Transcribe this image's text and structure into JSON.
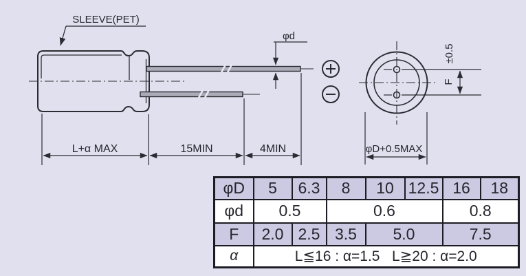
{
  "colors": {
    "background": "#e1e0ee",
    "line": "#2b2b33",
    "table_header_bg": "#cccae2",
    "table_cell_bg": "#ffffff",
    "lead_fill": "#abacb8"
  },
  "diagram": {
    "sleeve_label": "SLEEVE(PET)",
    "lead_diameter_label": "φd",
    "dim_body_length_label": "L+α MAX",
    "dim_lead_length_label": "15MIN",
    "dim_lead_tip_label": "4MIN",
    "polarity_positive": "+",
    "polarity_negative": "−",
    "bottom_view": {
      "case_diameter_label": "φD+0.5MAX",
      "lead_spacing_tolerance_label": "±0.5",
      "lead_spacing_label": "F"
    }
  },
  "table": {
    "rows": [
      {
        "label": "φD",
        "values": [
          "5",
          "6.3",
          "8",
          "10",
          "12.5",
          "16",
          "18"
        ]
      },
      {
        "label": "φd",
        "values": [
          "0.5",
          "0.6",
          "0.8"
        ]
      },
      {
        "label": "F",
        "values": [
          "2.0",
          "2.5",
          "3.5",
          "5.0",
          "7.5"
        ]
      },
      {
        "label": "α",
        "values": [
          "L≦16 : α=1.5   L≧20 : α=2.0"
        ]
      }
    ]
  }
}
